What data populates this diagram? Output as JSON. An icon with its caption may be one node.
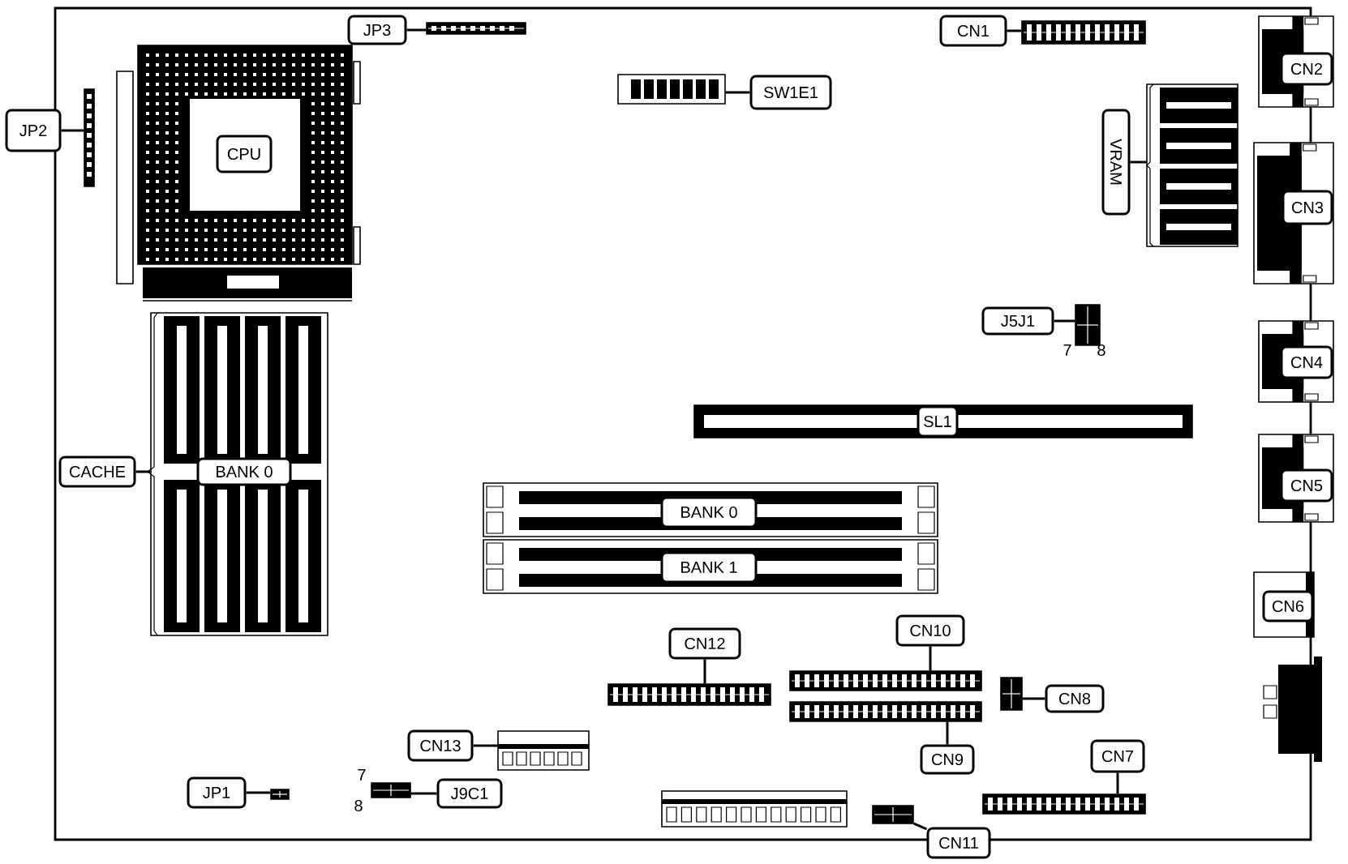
{
  "diagram": {
    "nodes": [
      {
        "text": [
          "JP3"
        ]
      },
      {
        "text": [],
        "shape": "box"
      },
      {
        "text": [
          "CN1"
        ]
      },
      {
        "text": [],
        "shape": "box"
      },
      {
        "text": [],
        "shape": "box"
      },
      {
        "text": [
          "CN2"
        ],
        "in": 4
      },
      {
        "text": [],
        "shape": "box"
      },
      {
        "text": [
          "CPU"
        ],
        "in": 6
      },
      {
        "text": [],
        "shape": "box"
      },
      {
        "text": [
          "SW1E1"
        ]
      },
      {
        "text": [
          "JP2"
        ]
      },
      {
        "text": [],
        "shape": "box"
      },
      {
        "text": [
          "VRAM"
        ]
      },
      {
        "text": [],
        "shape": "box"
      },
      {
        "text": [],
        "shape": "box"
      },
      {
        "text": [
          "CN3"
        ],
        "in": 14
      },
      {
        "text": [
          "J5J1"
        ]
      },
      {
        "text": [],
        "shape": "box"
      },
      {
        "text": [],
        "shape": "box"
      },
      {
        "text": [
          "CN4"
        ],
        "in": 18
      },
      {
        "text": [],
        "shape": "box"
      },
      {
        "text": [
          "SL1"
        ],
        "in": 20
      },
      {
        "text": [
          "CACHE"
        ]
      },
      {
        "text": [],
        "shape": "box"
      },
      {
        "text": [
          "BANK 0"
        ],
        "in": 23
      },
      {
        "text": [],
        "shape": "box"
      },
      {
        "text": [
          "CN5"
        ],
        "in": 25
      },
      {
        "text": [],
        "shape": "box"
      },
      {
        "text": [
          "BANK 0"
        ],
        "in": 27
      },
      {
        "text": [],
        "shape": "box"
      },
      {
        "text": [
          "BANK 1"
        ],
        "in": 29
      },
      {
        "text": [],
        "shape": "box"
      },
      {
        "text": [
          "CN6"
        ],
        "in": 31
      },
      {
        "text": [
          "CN10"
        ]
      },
      {
        "text": [
          "CN12"
        ]
      },
      {
        "text": [],
        "shape": "box"
      },
      {
        "text": [],
        "shape": "box"
      },
      {
        "text": [],
        "shape": "box"
      },
      {
        "text": [
          "CN8"
        ]
      },
      {
        "text": [],
        "shape": "box"
      },
      {
        "text": [
          "CN9"
        ]
      },
      {
        "text": [
          "CN13"
        ]
      },
      {
        "text": [],
        "shape": "box"
      },
      {
        "text": [
          "CN7"
        ]
      },
      {
        "text": [],
        "shape": "box"
      },
      {
        "text": [
          "JP1"
        ]
      },
      {
        "text": [],
        "shape": "box"
      },
      {
        "text": [],
        "shape": "box"
      },
      {
        "text": [
          "J9C1"
        ]
      },
      {
        "text": [],
        "shape": "box"
      },
      {
        "text": [
          "CN11"
        ]
      }
    ],
    "edges": [
      {
        "from": 0,
        "to": 1,
        "arrow": "none"
      },
      {
        "from": 2,
        "to": 3,
        "arrow": "none"
      },
      {
        "from": 9,
        "to": 8,
        "arrow": "none"
      },
      {
        "from": 10,
        "to": 11,
        "arrow": "none"
      },
      {
        "from": 12,
        "to": 13,
        "arrow": "none"
      },
      {
        "from": 16,
        "to": 17,
        "arrow": "none"
      },
      {
        "from": 22,
        "to": 23,
        "arrow": "none"
      },
      {
        "from": 33,
        "to": 36,
        "arrow": "none"
      },
      {
        "from": 34,
        "to": 35,
        "arrow": "none"
      },
      {
        "from": 38,
        "to": 37,
        "arrow": "none"
      },
      {
        "from": 40,
        "to": 39,
        "arrow": "none"
      },
      {
        "from": 41,
        "to": 42,
        "arrow": "none"
      },
      {
        "from": 43,
        "to": 44,
        "arrow": "none"
      },
      {
        "from": 45,
        "to": 46,
        "arrow": "none"
      },
      {
        "from": 48,
        "to": 47,
        "arrow": "none"
      },
      {
        "from": 50,
        "to": 49,
        "arrow": "none"
      }
    ],
    "labels": [
      "7",
      "8",
      "7",
      "8"
    ]
  }
}
